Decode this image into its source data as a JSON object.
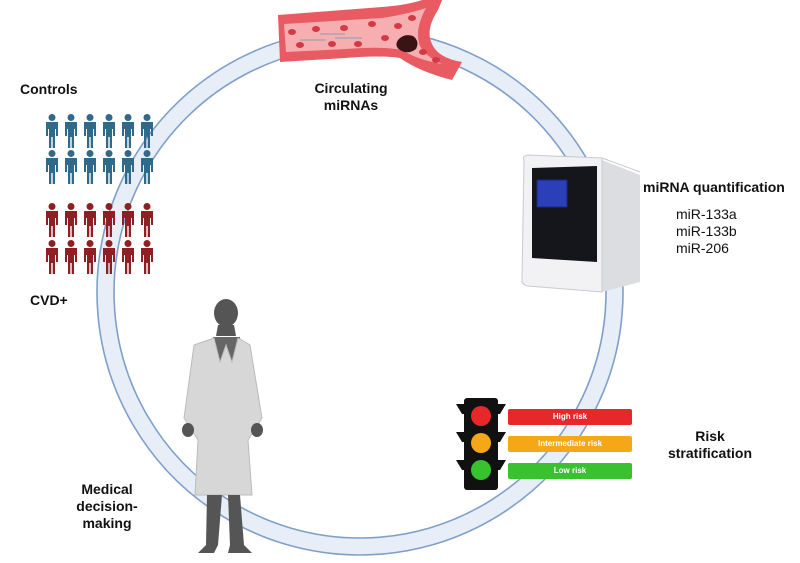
{
  "labels": {
    "controls": "Controls",
    "cvd": "CVD+",
    "circulating": "Circulating miRNAs",
    "quantification": "miRNA quantification",
    "risk": "Risk stratification",
    "medical": "Medical decision-making"
  },
  "mirnas": [
    "miR-133a",
    "miR-133b",
    "miR-206"
  ],
  "risk_levels": [
    {
      "label": "High risk",
      "color": "#e8272b"
    },
    {
      "label": "Intermediate risk",
      "color": "#f5a718"
    },
    {
      "label": "Low risk",
      "color": "#38c22e"
    }
  ],
  "colors": {
    "ring_fill": "#e7eef8",
    "ring_stroke": "#7f9fcb",
    "controls_people": "#2f6a8a",
    "cvd_people": "#8e1f22",
    "vessel": "#e85b63",
    "vessel_inner": "#f6aeb0",
    "clot": "#3a1414",
    "device_body": "#f2f2f4",
    "device_front": "#15151c",
    "device_screen": "#2b3fb8",
    "doctor_coat": "#d7d7d7",
    "doctor_body": "#555555"
  },
  "people": {
    "controls_rows": 2,
    "cvd_rows": 2,
    "per_row": 6
  }
}
